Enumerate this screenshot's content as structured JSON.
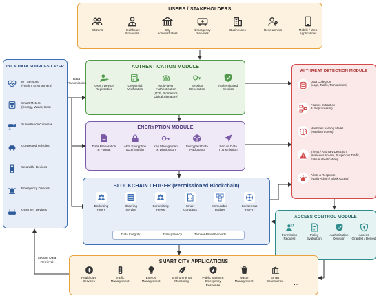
{
  "users": {
    "title": "USERS / STAKEHOLDERS",
    "items": [
      {
        "label": "Citizens",
        "icon": "citizens-icon"
      },
      {
        "label": "Healthcare\nProviders",
        "icon": "doctor-icon"
      },
      {
        "label": "City\nAdministrators",
        "icon": "city-hall-icon"
      },
      {
        "label": "Emergency\nServices",
        "icon": "ambulance-icon"
      },
      {
        "label": "Businesses",
        "icon": "building-icon"
      },
      {
        "label": "Researchers",
        "icon": "researcher-icon"
      },
      {
        "label": "Mobile / Web\nApplications",
        "icon": "mobile-icon"
      }
    ]
  },
  "iot": {
    "title": "IoT & DATA SOURCES LAYER",
    "items": [
      {
        "label": "IoT Sensors\n(Health, Environment)",
        "icon": "heartbeat-icon"
      },
      {
        "label": "Smart Meters\n(Energy, Water, Gas)",
        "icon": "meter-icon"
      },
      {
        "label": "Surveillance Cameras",
        "icon": "camera-icon"
      },
      {
        "label": "Connected Vehicles",
        "icon": "car-icon"
      },
      {
        "label": "Wearable Devices",
        "icon": "watch-icon"
      },
      {
        "label": "Emergency Devices",
        "icon": "siren-icon"
      },
      {
        "label": "Other IoT Devices",
        "icon": "router-icon"
      }
    ]
  },
  "auth": {
    "title": "AUTHENTICATION MODULE",
    "items": [
      {
        "label": "User / Device\nRegistration",
        "icon": "user-add-icon"
      },
      {
        "label": "Credential\nVerification",
        "icon": "credential-icon"
      },
      {
        "label": "Multi-layer\nAuthentication\n(OTP, Biometrics,\nDigital Signature)",
        "icon": "fingerprint-icon"
      },
      {
        "label": "Session\nGeneration",
        "icon": "session-icon"
      },
      {
        "label": "Authenticated\nSession",
        "icon": "shield-check-icon"
      }
    ]
  },
  "encryption": {
    "title": "ENCRYPTION MODULE",
    "items": [
      {
        "label": "Data Preparation\n& Format",
        "icon": "document-icon"
      },
      {
        "label": "AES Encryption\n(128/256 bit)",
        "icon": "lock-icon"
      },
      {
        "label": "Key Management\n& Distribution",
        "icon": "key-icon"
      },
      {
        "label": "Encrypted Data\nPackaging",
        "icon": "package-icon"
      },
      {
        "label": "Secure Data\nTransmission",
        "icon": "send-icon"
      }
    ]
  },
  "blockchain": {
    "title": "BLOCKCHAIN LEDGER (Permissioned Blockchain)",
    "items": [
      {
        "label": "Endorsing\nPeers",
        "icon": "peers-icon"
      },
      {
        "label": "Ordering\nService",
        "icon": "server-icon"
      },
      {
        "label": "Committing\nPeers",
        "icon": "peers-icon"
      },
      {
        "label": "Smart\nContracts",
        "icon": "contract-icon"
      },
      {
        "label": "Immutable\nLedger",
        "icon": "blocks-icon"
      },
      {
        "label": "Consensus\n(PBFT)",
        "icon": "consensus-icon"
      }
    ],
    "footer": [
      "Data Integrity",
      "Transparency",
      "Tamper-Proof Records"
    ]
  },
  "ai": {
    "title": "AI THREAT DETECTION MODULE",
    "items": [
      {
        "label": "Data Collection\n(Logs, Traffic, Transactions)",
        "icon": "database-icon"
      },
      {
        "label": "Feature Extraction\n& Preprocessing",
        "icon": "flow-icon"
      },
      {
        "label": "Machine Learning Model\n(Random Forest)",
        "icon": "brain-icon"
      },
      {
        "label": "Threat / Anomaly Detection\n(Malicious Access, Suspicious Traffic,\nFake Authentication)",
        "icon": "warning-icon"
      },
      {
        "label": "Alerts & Response\n(Notify Admin / Block Access)",
        "icon": "alarm-icon"
      }
    ]
  },
  "access": {
    "title": "ACCESS CONTROL MODULE",
    "items": [
      {
        "label": "Permission\nRequest",
        "icon": "request-icon"
      },
      {
        "label": "Policy\nEvaluation",
        "icon": "policy-icon"
      },
      {
        "label": "Authorization\nDecision",
        "icon": "authorization-icon"
      },
      {
        "label": "Access\nGranted / Denied",
        "icon": "access-icon"
      }
    ]
  },
  "apps": {
    "title": "SMART CITY APPLICATIONS",
    "items": [
      {
        "label": "Healthcare\nServices",
        "icon": "health-icon"
      },
      {
        "label": "Traffic\nManagement",
        "icon": "traffic-light-icon"
      },
      {
        "label": "Energy\nManagement",
        "icon": "bulb-icon"
      },
      {
        "label": "Environmental\nMonitoring",
        "icon": "leaf-icon"
      },
      {
        "label": "Public Safety &\nEmergency Response",
        "icon": "police-icon"
      },
      {
        "label": "Waste\nManagement",
        "icon": "trash-icon"
      },
      {
        "label": "Smart\nGovernance",
        "icon": "governance-icon"
      }
    ],
    "more": "..."
  },
  "labels": {
    "data_transmission": "Data\nTransmission",
    "secure_retrieval": "Secure Data\nRetrieval"
  },
  "colors": {
    "users": "#e8a33d",
    "iot": "#3d6fb5",
    "auth": "#4f9a4a",
    "encryption": "#7b5aa6",
    "blockchain": "#3d6fb5",
    "ai": "#d24a4a",
    "access": "#2e8c8c",
    "apps": "#e8a33d"
  }
}
